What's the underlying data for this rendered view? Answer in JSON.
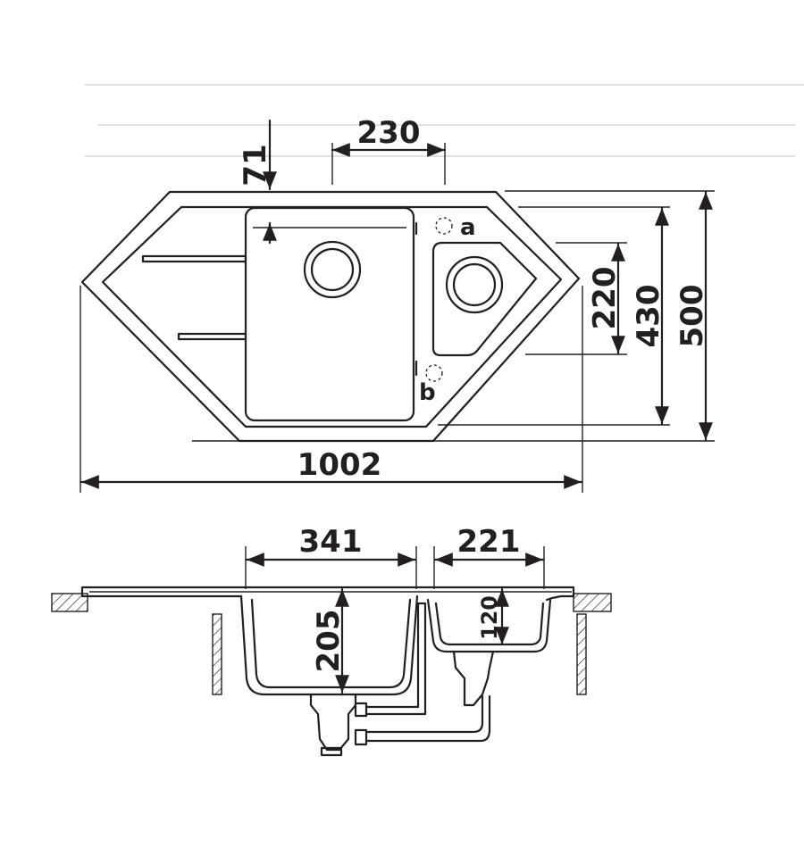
{
  "top_view": {
    "dimensions": {
      "overall_width": "1002",
      "overall_depth": "500",
      "inner_depth": "430",
      "small_bowl_depth": "220",
      "small_bowl_width": "230",
      "rim_offset": "71"
    },
    "labels": {
      "tap_hole_a": "a",
      "tap_hole_b": "b"
    }
  },
  "section_view": {
    "dimensions": {
      "main_bowl_width": "341",
      "small_bowl_width": "221",
      "main_bowl_depth": "205",
      "small_bowl_depth": "120"
    }
  }
}
